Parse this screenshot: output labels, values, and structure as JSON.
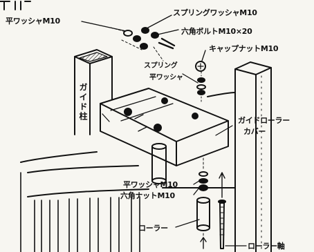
{
  "labels": {
    "flat_washer_top": "平ワッシャM10",
    "spring_washer_top": "スプリングワッシャM10",
    "hex_bolt": "六角ボルトM10×20",
    "cap_nut": "キャップナットM10",
    "spring_washer_mid_1": "スプリング",
    "spring_washer_mid_2": "平ワッシャ",
    "guide_post": "ガイド柱",
    "guide_roller_cover_1": "ガイドローラー",
    "guide_roller_cover_2": "カバー",
    "flat_washer_bottom": "平ワッシャM10",
    "hex_nut": "六角ナットM10",
    "roller": "ローラー",
    "roller_shaft": "ローラー軸"
  },
  "colors": {
    "ink": "#111111",
    "paper": "#f7f6f1",
    "shade": "#555555"
  }
}
